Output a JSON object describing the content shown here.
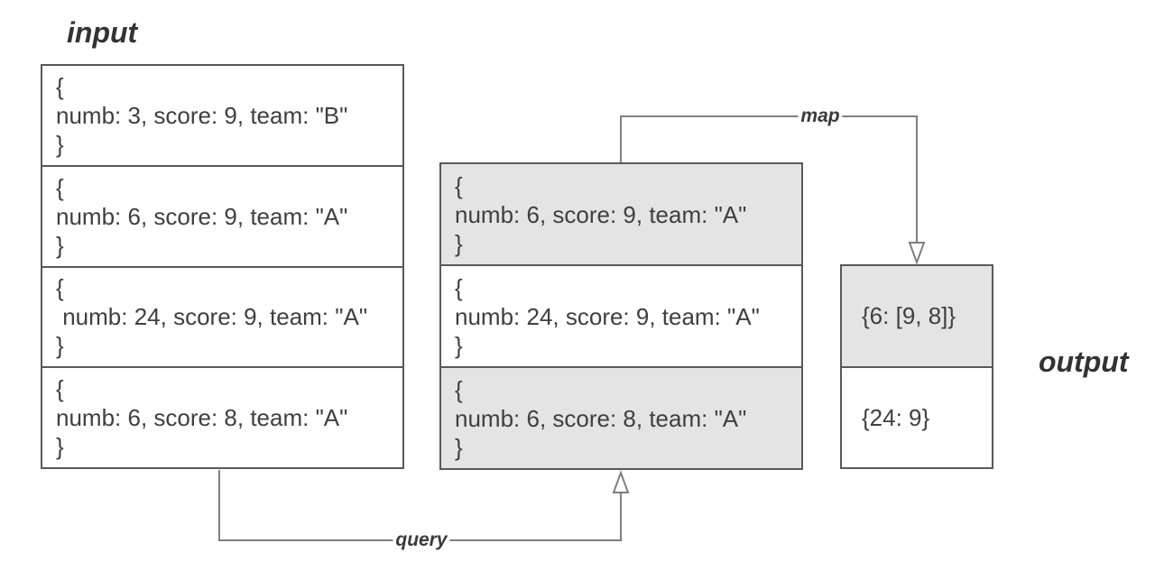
{
  "labels": {
    "input": "input",
    "output": "output"
  },
  "arrows": {
    "map_label": "map",
    "query_label": "query"
  },
  "colors": {
    "box_border": "#595959",
    "highlight_fill": "#e4e4e4",
    "arrow_line": "#7f7f7f",
    "text": "#3f3f3f",
    "label_text": "#333333"
  },
  "input_column": {
    "items": [
      {
        "open": "{",
        "body": "numb: 3, score: 9, team: \"B\"",
        "close": "}"
      },
      {
        "open": "{",
        "body": "numb: 6, score: 9, team: \"A\"",
        "close": "}"
      },
      {
        "open": "{",
        "body": " numb: 24, score: 9, team: \"A\"",
        "close": "}"
      },
      {
        "open": "{",
        "body": "numb: 6, score: 8, team: \"A\"",
        "close": "}"
      }
    ]
  },
  "query_column": {
    "items": [
      {
        "open": "{",
        "body": "numb: 6, score: 9, team: \"A\"",
        "close": "}",
        "highlighted": true
      },
      {
        "open": "{",
        "body": "numb: 24, score: 9, team: \"A\"",
        "close": "}",
        "highlighted": false
      },
      {
        "open": "{",
        "body": "numb: 6, score: 8, team: \"A\"",
        "close": "}",
        "highlighted": true
      }
    ]
  },
  "output_column": {
    "items": [
      {
        "value": "{6: [9, 8]}",
        "highlighted": true
      },
      {
        "value": "{24: 9}",
        "highlighted": false
      }
    ]
  }
}
